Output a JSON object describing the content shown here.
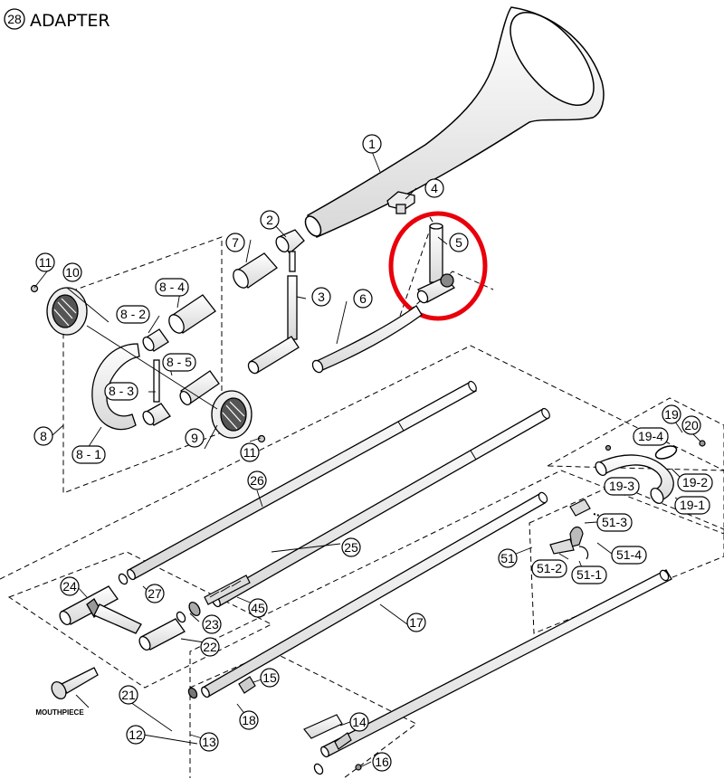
{
  "title": {
    "number": "28",
    "text": "ADAPTER"
  },
  "highlight_color": "#e8000b",
  "labels": {
    "p1": "1",
    "p2": "2",
    "p3": "3",
    "p4": "4",
    "p5": "5",
    "p6": "6",
    "p7": "7",
    "p8": "8",
    "p8_1": "8 - 1",
    "p8_2": "8 - 2",
    "p8_3": "8 - 3",
    "p8_4": "8 - 4",
    "p8_5": "8 - 5",
    "p9": "9",
    "p10": "10",
    "p11a": "11",
    "p11b": "11",
    "p12": "12",
    "p13": "13",
    "p14": "14",
    "p15": "15",
    "p16": "16",
    "p17": "17",
    "p18": "18",
    "p19": "19",
    "p19_1": "19-1",
    "p19_2": "19-2",
    "p19_3": "19-3",
    "p19_4": "19-4",
    "p20": "20",
    "p21": "21",
    "p22": "22",
    "p23": "23",
    "p24": "24",
    "p25": "25",
    "p26": "26",
    "p27": "27",
    "p45": "45",
    "p51": "51",
    "p51_1": "51-1",
    "p51_2": "51-2",
    "p51_3": "51-3",
    "p51_4": "51-4",
    "mouthpiece": "MOUTHPIECE"
  }
}
